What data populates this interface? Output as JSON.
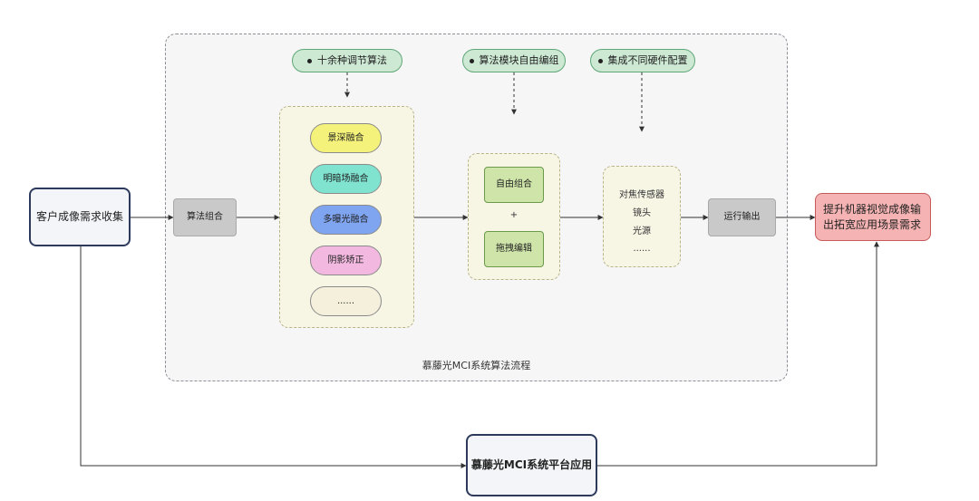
{
  "diagram": {
    "source_node": "客户成像需求收集",
    "algorithm_combo": "算法组合",
    "features": [
      "十余种调节算法",
      "算法模块自由编组",
      "集成不同硬件配置"
    ],
    "fusion_items": [
      "景深融合",
      "明暗场融合",
      "多曝光融合",
      "阴影矫正",
      "......"
    ],
    "free_combo": "自由组合",
    "plus": "+",
    "drag_edit": "拖拽编辑",
    "hardware_items": [
      "对焦传感器",
      "镜头",
      "光源",
      "......"
    ],
    "run_output": "运行输出",
    "result": "提升机器视觉成像输出拓宽应用场景需求",
    "flow_caption": "慕藤光MCI系统算法流程",
    "platform": "慕藤光MCI系统平台应用"
  },
  "colors": {
    "feature_pill": "#cde9d4",
    "fusion_yellow": "#f4f27a",
    "fusion_teal": "#7fe3d0",
    "fusion_blue": "#7fa4f0",
    "fusion_pink": "#f2b8e0",
    "fusion_cream": "#f4f0dc",
    "algo_green": "#cfe4a9",
    "result_red": "#f5b3b3",
    "gray_box": "#c9c9c9"
  }
}
